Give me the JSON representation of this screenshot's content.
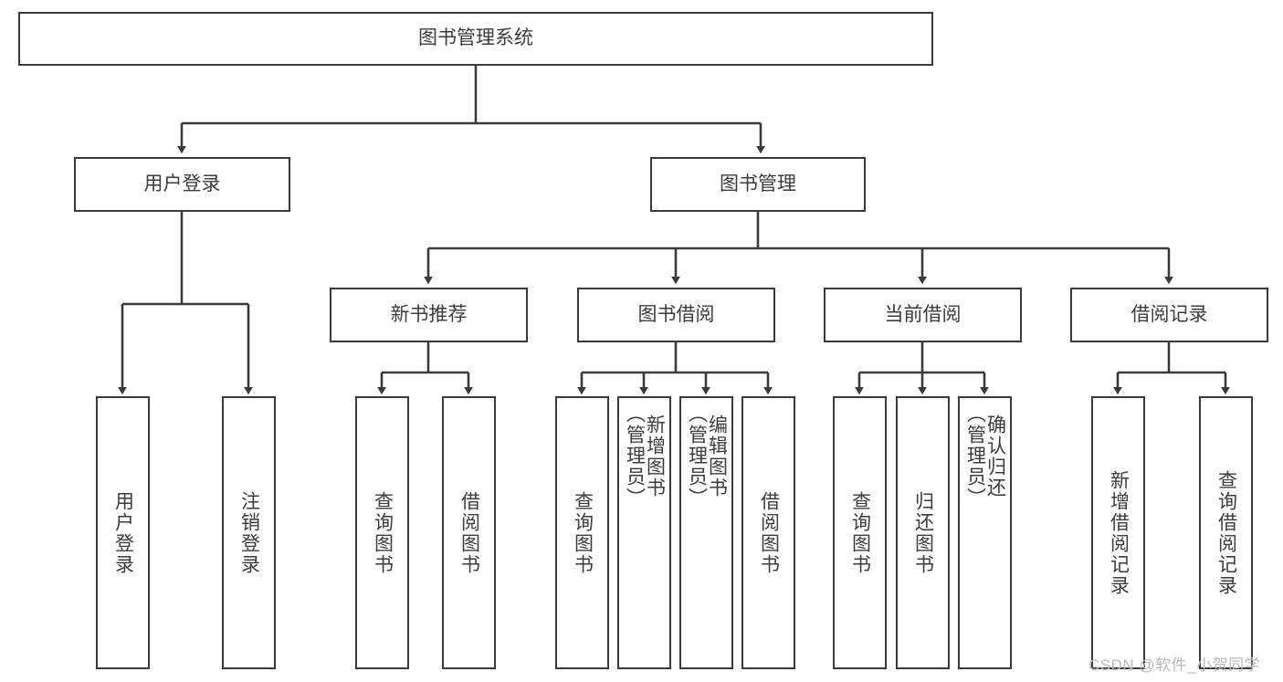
{
  "diagram": {
    "title": "图书管理系统",
    "root": {
      "id": "root",
      "label": "图书管理系统"
    },
    "level1": [
      {
        "id": "user-login",
        "label": "用户登录"
      },
      {
        "id": "book-manage",
        "label": "图书管理"
      }
    ],
    "level2": [
      {
        "id": "new-book-recommend",
        "label": "新书推荐",
        "parent": "book-manage"
      },
      {
        "id": "book-borrow",
        "label": "图书借阅",
        "parent": "book-manage"
      },
      {
        "id": "current-borrow",
        "label": "当前借阅",
        "parent": "book-manage"
      },
      {
        "id": "borrow-record",
        "label": "借阅记录",
        "parent": "book-manage"
      }
    ],
    "leaves": [
      {
        "id": "leaf-user-login",
        "label": "用户登录",
        "parent": "user-login"
      },
      {
        "id": "leaf-logout-login",
        "label": "注销登录",
        "parent": "user-login"
      },
      {
        "id": "leaf-query-book-1",
        "label": "查询图书",
        "parent": "new-book-recommend"
      },
      {
        "id": "leaf-borrow-book-1",
        "label": "借阅图书",
        "parent": "new-book-recommend"
      },
      {
        "id": "leaf-query-book-2",
        "label": "查询图书",
        "parent": "book-borrow"
      },
      {
        "id": "leaf-add-book",
        "label": "新增图书\n（管理员）",
        "parent": "book-borrow"
      },
      {
        "id": "leaf-edit-book",
        "label": "编辑图书\n（管理员）",
        "parent": "book-borrow"
      },
      {
        "id": "leaf-borrow-book-2",
        "label": "借阅图书",
        "parent": "book-borrow"
      },
      {
        "id": "leaf-query-book-3",
        "label": "查询图书",
        "parent": "current-borrow"
      },
      {
        "id": "leaf-return-book",
        "label": "归还图书",
        "parent": "current-borrow"
      },
      {
        "id": "leaf-confirm-return",
        "label": "确认归还\n（管理员）",
        "parent": "current-borrow"
      },
      {
        "id": "leaf-add-record",
        "label": "新增借阅记录",
        "parent": "borrow-record"
      },
      {
        "id": "leaf-query-record",
        "label": "查询借阅记录",
        "parent": "borrow-record"
      }
    ],
    "colors": {
      "stroke": "#3a3a3a",
      "text": "#3c3c3c",
      "background": "#ffffff",
      "watermark": "#b9b9b9"
    }
  },
  "watermark": {
    "text": "CSDN @软件_小贺同学"
  }
}
